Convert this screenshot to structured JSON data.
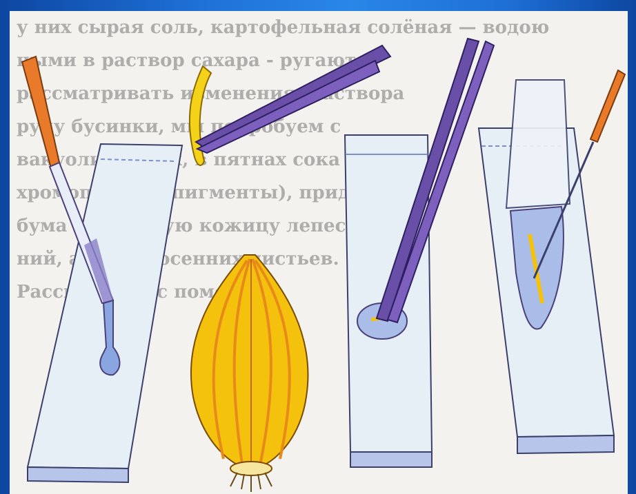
{
  "background_text": [
    "у них сырая соль, картофельная солёная — водою",
    "ными в раствор сахара - ругают",
    "рассматривать изменения. Раствора",
    "руку бусинки, мы попробуем с",
    "вакуоли клеток, в пятнах сока",
    "хромопласты (пигменты), придающие",
    "бума маленькую кожицу лепестков",
    "ний, а также осенних листьев.",
    "Рассмотрите с помощью"
  ],
  "colors": {
    "frame_blue": "#1e6fd6",
    "glass": "#e6eef6",
    "glass_edge": "#7d8fc8",
    "dropper_bulb": "#e87a2a",
    "tweezers": "#6a4fa8",
    "onion_yellow": "#f4c20d",
    "onion_orange": "#e88a1a"
  },
  "icons": [
    "dropper-icon",
    "glass-slide-icon",
    "tweezers-icon",
    "onion-skin-icon",
    "onion-bulb-icon",
    "needle-icon",
    "cover-glass-icon"
  ]
}
